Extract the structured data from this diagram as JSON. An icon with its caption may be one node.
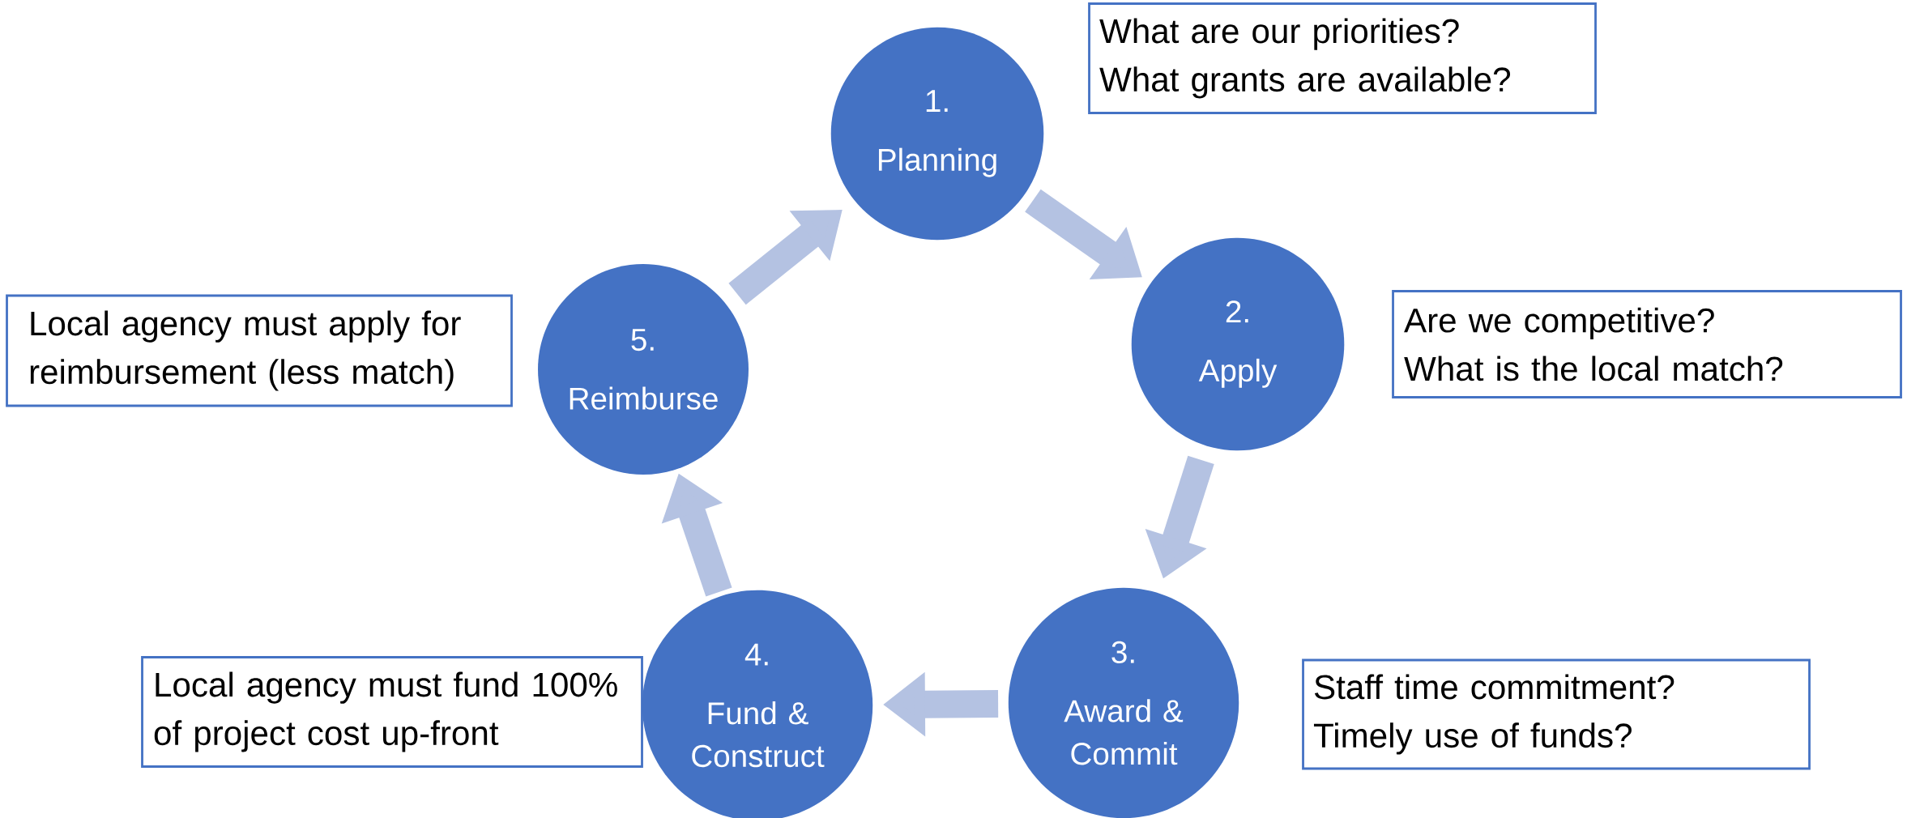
{
  "diagram": {
    "nodes": [
      {
        "text": [
          "1.",
          "Planning"
        ]
      },
      {
        "text": [
          "2.",
          "Apply"
        ]
      },
      {
        "text": [
          "3.",
          "Award & Commit"
        ]
      },
      {
        "text": [
          "4.",
          "Fund & Construct"
        ]
      },
      {
        "text": [
          "5.",
          "Reimburse"
        ]
      },
      {
        "text": [
          "What are our priorities?",
          "What grants are available?"
        ]
      },
      {
        "text": [
          "Are we competitive?",
          "What is the local match?"
        ]
      },
      {
        "text": [
          "Staff time commitment?",
          "Timely use of funds?"
        ]
      },
      {
        "text": [
          "Local agency must fund 100% of project cost up-front"
        ]
      },
      {
        "text": [
          "Local agency must apply for reimbursement (less match)"
        ]
      }
    ],
    "edges": [
      {
        "from": 0,
        "to": 1,
        "arrow": "to"
      },
      {
        "from": 1,
        "to": 2,
        "arrow": "to"
      },
      {
        "from": 2,
        "to": 3,
        "arrow": "to"
      },
      {
        "from": 3,
        "to": 4,
        "arrow": "to"
      },
      {
        "from": 4,
        "to": 0,
        "arrow": "to"
      }
    ]
  }
}
